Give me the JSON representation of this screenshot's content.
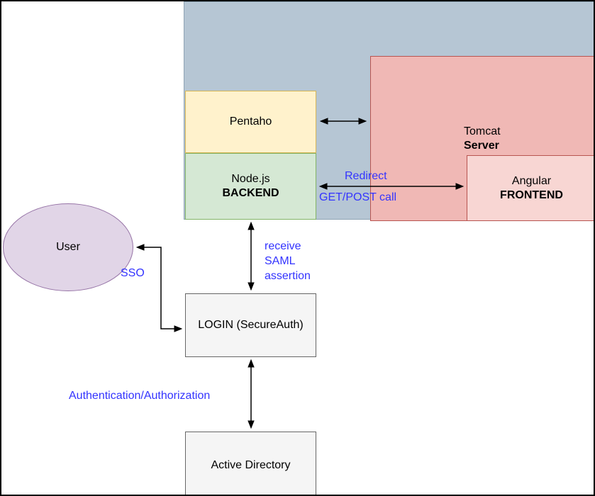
{
  "diagram": {
    "nodes": {
      "platform": {
        "label": ""
      },
      "pentaho": {
        "label": "Pentaho"
      },
      "nodejs": {
        "line1": "Node.js",
        "line2": "BACKEND"
      },
      "tomcat": {
        "line1": "Tomcat",
        "line2": "Server"
      },
      "angular": {
        "line1": "Angular",
        "line2": "FRONTEND"
      },
      "user": {
        "label": "User"
      },
      "login": {
        "label": "LOGIN (SecureAuth)"
      },
      "active_directory": {
        "label": "Active Directory"
      }
    },
    "edges": {
      "redirect": {
        "label": "Redirect"
      },
      "get_post": {
        "label": "GET/POST call"
      },
      "saml": {
        "line1": "receive",
        "line2": "SAML",
        "line3": "assertion"
      },
      "sso": {
        "label": "SSO"
      },
      "auth": {
        "label": "Authentication/Authorization"
      }
    },
    "colors": {
      "platform_fill": "#b6c6d4",
      "tomcat_fill": "#f0b8b5",
      "angular_fill": "#f8d6d3",
      "pentaho_fill": "#fff2cc",
      "nodejs_fill": "#d5e8d4",
      "user_fill": "#e1d5e7",
      "login_fill": "#f5f5f5",
      "active_directory_fill": "#f5f5f5",
      "edge_label_color": "#3333ff",
      "arrow_color": "#000000"
    }
  }
}
